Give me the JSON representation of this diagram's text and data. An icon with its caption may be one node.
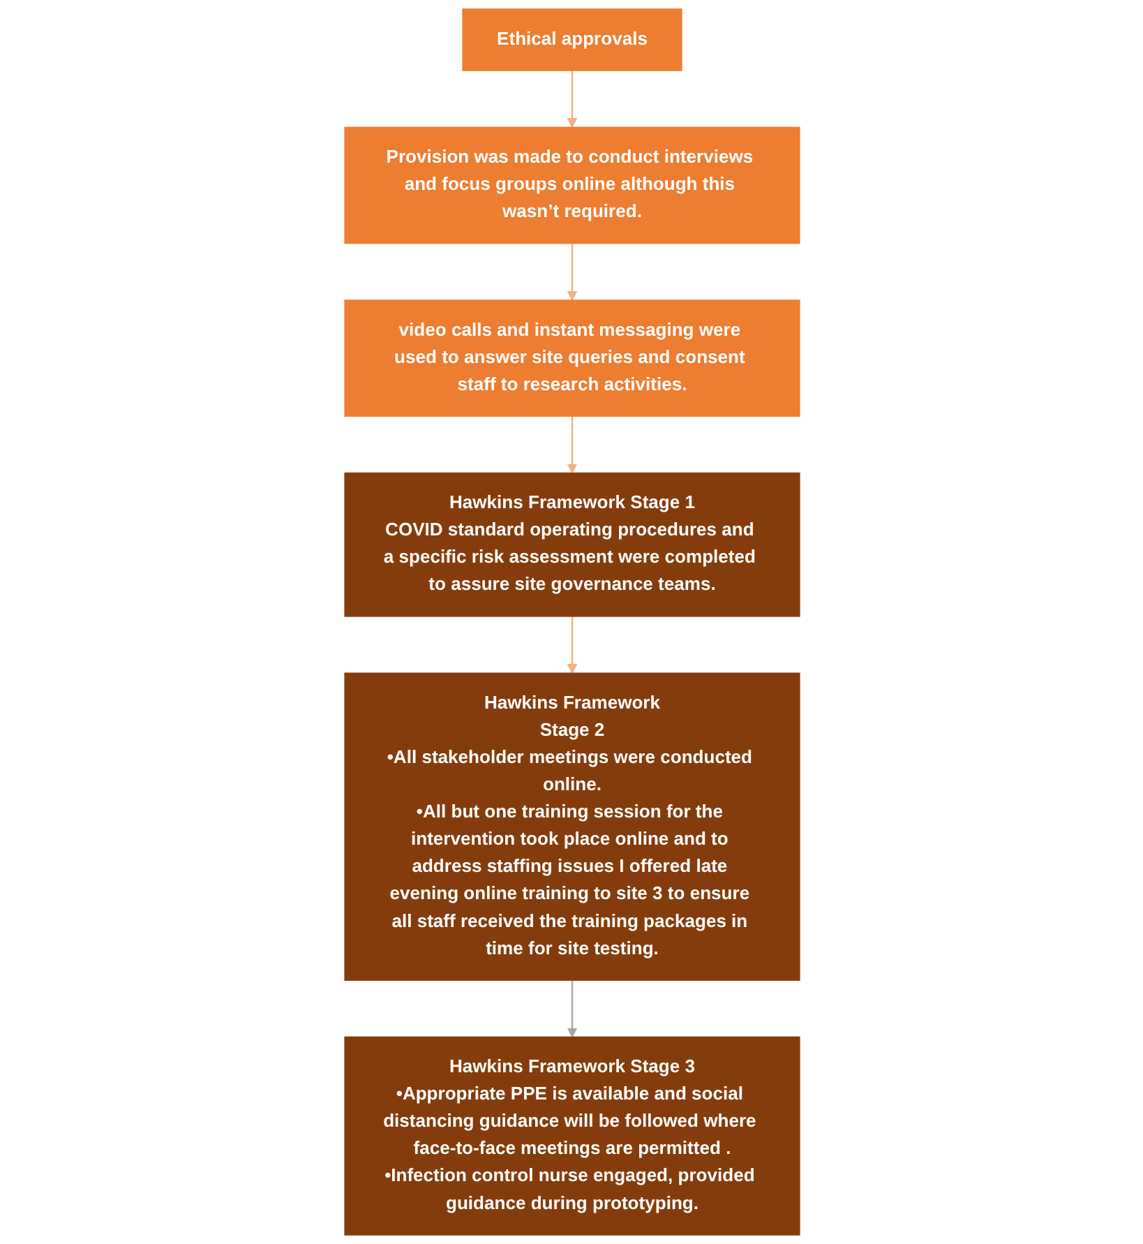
{
  "diagram": {
    "nodes": [
      {
        "text": [
          "Ethical approvals"
        ]
      },
      {
        "text": [
          "Provision was made to conduct interviews and focus groups online although this wasn’t required."
        ]
      },
      {
        "text": [
          "video calls and instant messaging were used to answer site queries and consent staff to research activities."
        ]
      },
      {
        "text": [
          "Hawkins Framework Stage 1",
          "COVID standard operating procedures and a specific risk assessment were completed to assure site governance teams."
        ]
      },
      {
        "text": [
          "Hawkins Framework",
          "Stage 2",
          "•All stakeholder meetings were conducted online.",
          "•All but one training session for the intervention took place online and to address staffing issues I offered late evening online training to site 3 to ensure all staff received the training packages in time for site testing."
        ]
      },
      {
        "text": [
          "Hawkins Framework Stage 3",
          "•Appropriate PPE is available and social distancing guidance will be followed where face-to-face meetings are permitted .",
          "•Infection control nurse engaged, provided guidance during prototyping."
        ]
      }
    ],
    "edges": [
      {
        "from": 0,
        "to": 1,
        "arrow": "to"
      },
      {
        "from": 1,
        "to": 2,
        "arrow": "to"
      },
      {
        "from": 2,
        "to": 3,
        "arrow": "to"
      },
      {
        "from": 3,
        "to": 4,
        "arrow": "to"
      },
      {
        "from": 4,
        "to": 5,
        "arrow": "to",
        "color": "#a6a6a6"
      }
    ]
  }
}
